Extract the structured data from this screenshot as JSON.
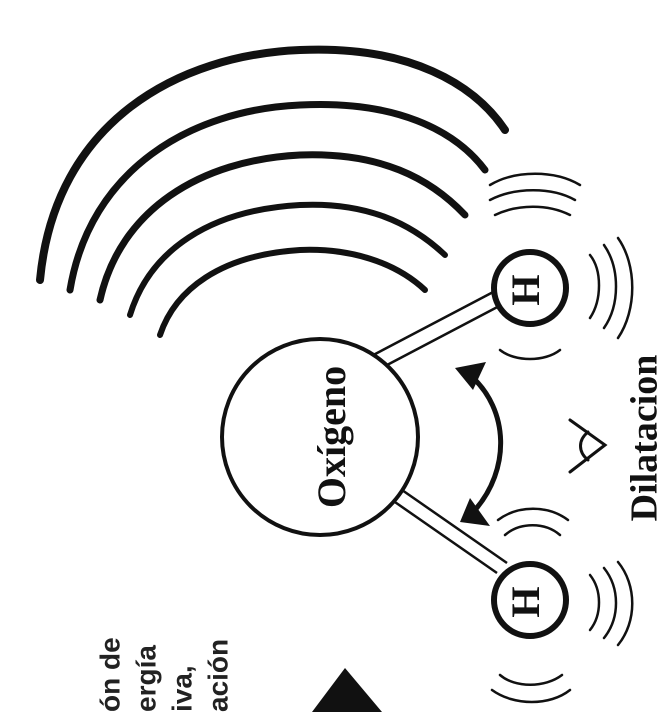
{
  "molecule": {
    "center_atom": "Oxígeno",
    "hydrogen_left": "H",
    "hydrogen_right": "H"
  },
  "labels": {
    "stretch": "Dilatacion",
    "side_text_lines": [
      "ón de",
      "ergía",
      "iva,",
      "ación"
    ]
  },
  "colors": {
    "ink": "#111111",
    "background": "#ffffff"
  },
  "icons": [
    "wave-arcs",
    "curved-double-arrow",
    "angle-symbol",
    "triangle-arrow"
  ]
}
